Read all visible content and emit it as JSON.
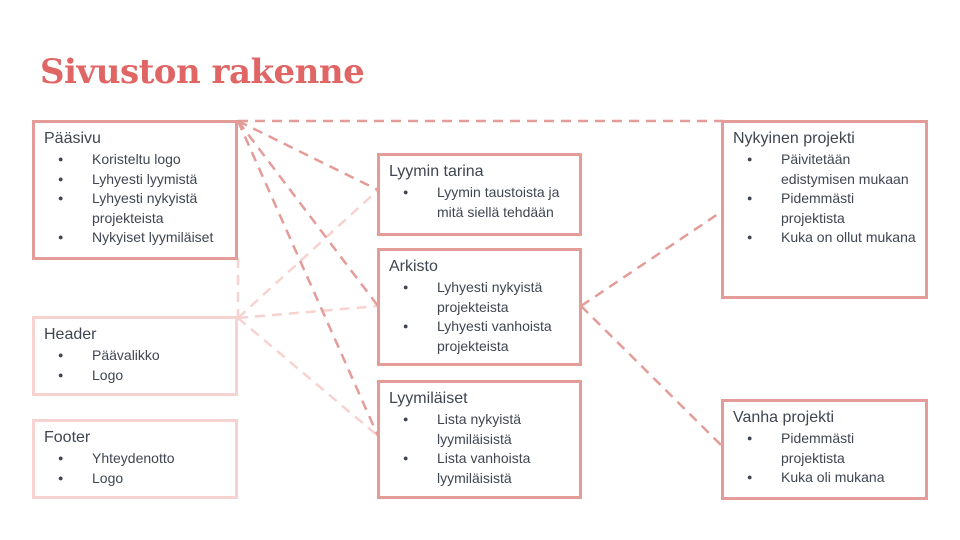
{
  "title": "Sivuston rakenne",
  "colors": {
    "title": "#e06666",
    "box_border": "#e49c98",
    "box_border_light": "#f6d2d0",
    "connector": "#e49c98",
    "connector_light": "#f6d2d0"
  },
  "boxes": {
    "paasivu": {
      "title": "Pääsivu",
      "items": [
        "Koristeltu logo",
        "Lyhyesti lyymistä",
        "Lyhyesti nykyistä projekteista",
        "Nykyiset lyymiläiset"
      ]
    },
    "header": {
      "title": "Header",
      "items": [
        "Päävalikko",
        "Logo"
      ]
    },
    "footer": {
      "title": "Footer",
      "items": [
        "Yhteydenotto",
        "Logo"
      ]
    },
    "tarina": {
      "title": "Lyymin tarina",
      "items": [
        "Lyymin taustoista ja mitä siellä tehdään"
      ]
    },
    "arkisto": {
      "title": "Arkisto",
      "items": [
        "Lyhyesti nykyistä projekteista",
        "Lyhyesti vanhoista projekteista"
      ]
    },
    "lyymilaiset": {
      "title": "Lyymiläiset",
      "items": [
        "Lista nykyistä lyymiläisistä",
        "Lista vanhoista lyymiläisistä"
      ]
    },
    "nykyinen": {
      "title": "Nykyinen projekti",
      "items": [
        "Päivitetään edistymisen mukaan",
        "Pidemmästi projektista",
        "Kuka on ollut mukana"
      ]
    },
    "vanha": {
      "title": "Vanha projekti",
      "items": [
        "Pidemmästi projektista",
        "Kuka oli mukana"
      ]
    }
  }
}
